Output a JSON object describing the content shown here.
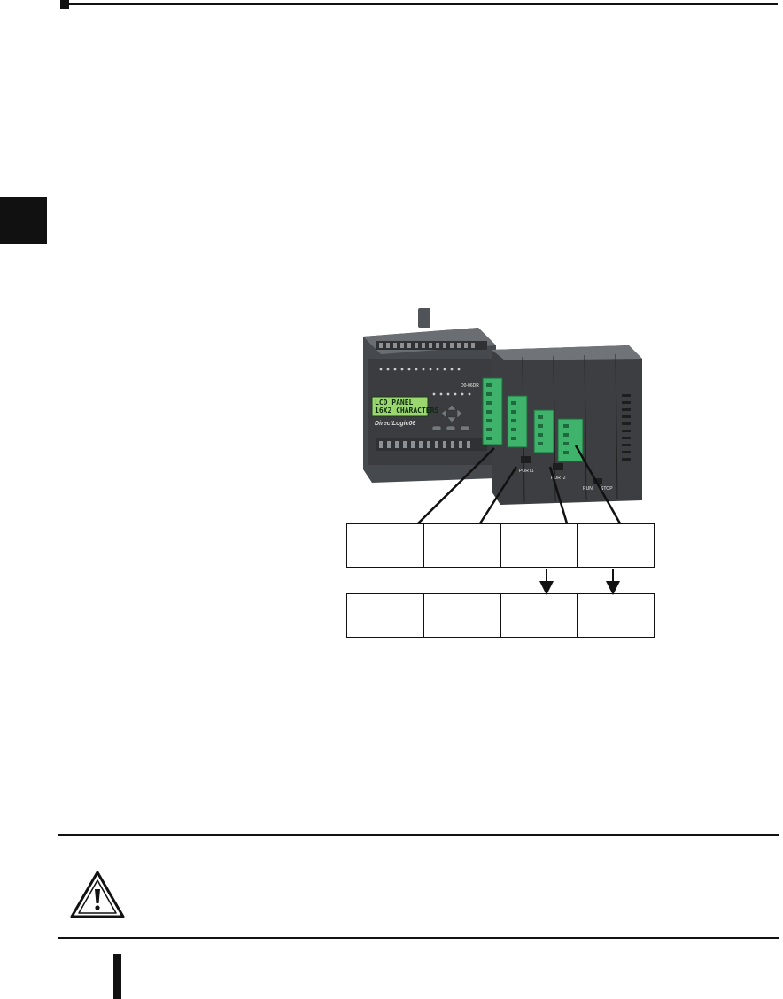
{
  "figure": {
    "lcd_line_1": "LCD PANEL",
    "lcd_line_2": "16X2 CHARACTERS",
    "brand": "DirectLogic06",
    "model": "D0-06DR",
    "port1_label": "PORT1",
    "port2_label": "PORT2",
    "run_label": "RUN",
    "stop_label": "STOP"
  },
  "colors": {
    "terminal_green": "#3fb36b",
    "plc_body": "#3b3d40",
    "lcd_green": "#9bd66e"
  }
}
